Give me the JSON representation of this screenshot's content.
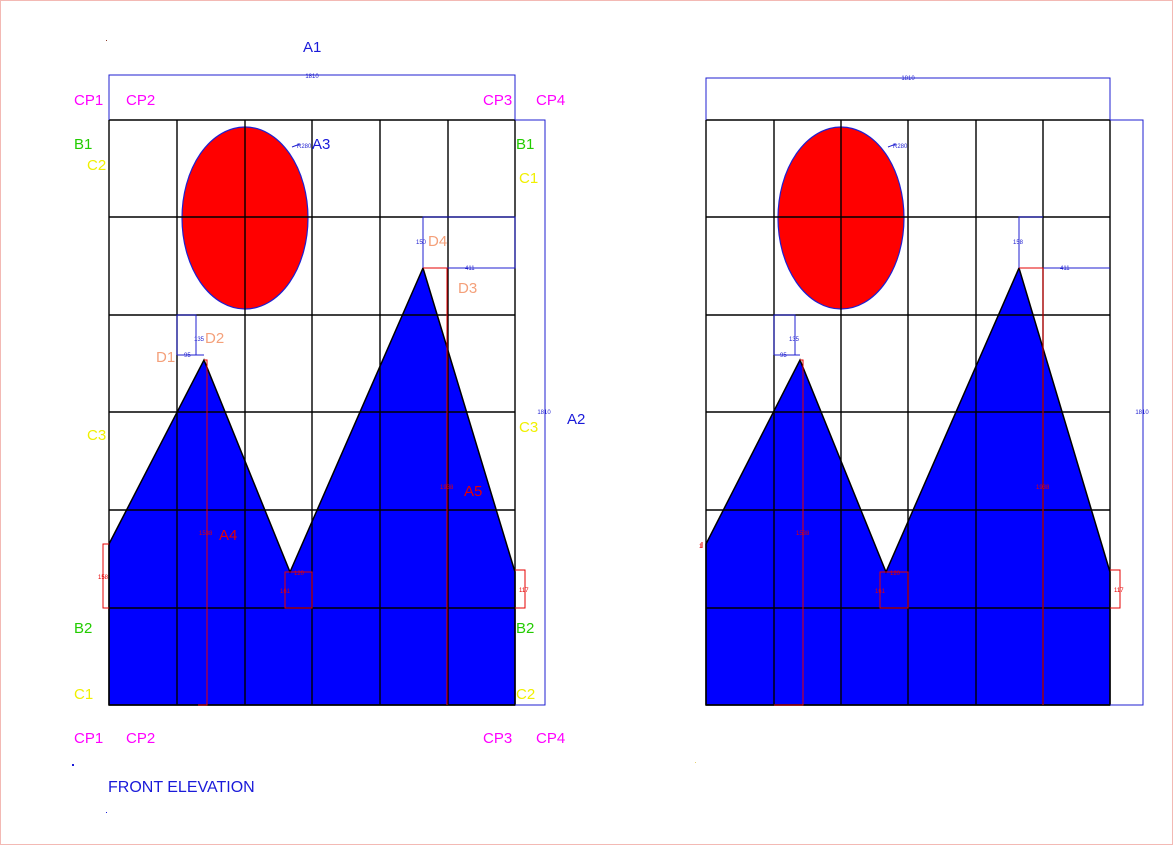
{
  "colors": {
    "grid": "#000000",
    "fill_blue": "#0000ff",
    "sun_red": "#ff0000",
    "dim_blue": "#1f1fd0",
    "dim_red": "#e60000",
    "magenta": "#ff00ff",
    "green": "#22cc00",
    "yellow": "#f0f000",
    "salmon": "#f4a07a",
    "title_blue": "#1a1ad9",
    "frame_border": "#f3b9b4"
  },
  "left_drawing": {
    "labels": {
      "a1": "A1",
      "a2": "A2",
      "a3": "A3",
      "a4": "A4",
      "a5": "A5",
      "cp1_top": "CP1",
      "cp2_top": "CP2",
      "cp3_top": "CP3",
      "cp4_top": "CP4",
      "cp1_bottom": "CP1",
      "cp2_bottom": "CP2",
      "cp3_bottom": "CP3",
      "cp4_bottom": "CP4",
      "b1_left": "B1",
      "b1_right": "B1",
      "b2_left": "B2",
      "b2_right": "B2",
      "c1_left": "C1",
      "c1_right": "C1",
      "c2_left": "C2",
      "c2_right": "C2",
      "c3_left": "C3",
      "c3_right": "C3",
      "d1": "D1",
      "d2": "D2",
      "d3": "D3",
      "d4": "D4"
    },
    "dims": {
      "width": "1810",
      "height": "1810",
      "radius": "R280",
      "d4": "150",
      "d3": "411",
      "d2": "135",
      "d1": "95",
      "left_h": "158",
      "valley": "120",
      "valley_h": "161",
      "right_h": "117",
      "peak1_h": "1538",
      "peak2_h": "1938"
    }
  },
  "right_drawing": {
    "dims": {
      "width": "1810",
      "height": "1810",
      "radius": "R280",
      "d4": "158",
      "d3": "411",
      "d2": "135",
      "d1": "95",
      "left_h": "1",
      "valley": "120",
      "valley_h": "161",
      "right_h": "117",
      "peak1_h": "1538",
      "peak2_h": "1938"
    }
  },
  "caption": "FRONT ELEVATION"
}
